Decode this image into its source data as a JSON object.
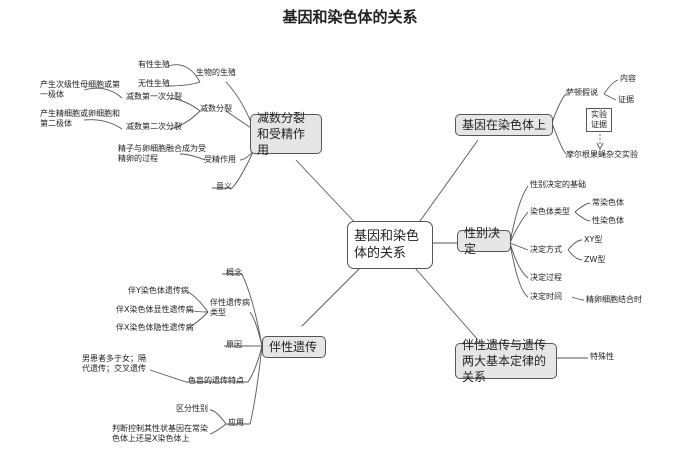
{
  "title": "基因和染色体的关系",
  "center": "基因和染色体的关系",
  "left_top": {
    "main": "减数分裂和受精作用",
    "sheng_wu_sheng_zhi": "生物的生殖",
    "you_xing": "有性生殖",
    "wu_xing": "无性生殖",
    "jian_shu_fen_lie": "减数分裂",
    "di_yi_ci": "减数第一次分裂",
    "di_yi_ci_desc": "产生次级性母细胞或第一极体",
    "di_er_ci": "减数第二次分裂",
    "di_er_ci_desc": "产生精细胞或卵细胞和第二极体",
    "shou_jing": "受精作用",
    "shou_jing_desc": "精子与卵细胞融合成为受精卵的过程",
    "yi_yi": "意义"
  },
  "left_bottom": {
    "main": "伴性遗传",
    "gai_nian": "概念",
    "lei_xing": "伴性遗传病类型",
    "y_ran": "伴Y染色体遗传病",
    "x_xian": "伴X染色体显性遗传病",
    "x_yin": "伴X染色体隐性遗传病",
    "yuan_yin": "原因",
    "se_mang": "色盲的遗传特点",
    "se_mang_desc": "男患者多于女；隔代遗传；交叉遗传",
    "ying_yong": "应用",
    "qu_fen": "区分性别",
    "pan_duan": "判断控制其性状基因在常染色体上还是X染色体上"
  },
  "right_top": {
    "main": "基因在染色体上",
    "sa_dun": "萨顿假说",
    "nei_rong": "内容",
    "zheng_ju": "证据",
    "shi_yan": "实验证据",
    "mo_er_gen": "摩尔根果蝇杂交实验"
  },
  "right_mid": {
    "main": "性别决定",
    "ji_chu": "性别决定的基础",
    "ran_se_ti_lei_xing": "染色体类型",
    "chang_ran": "常染色体",
    "xing_ran": "性染色体",
    "jue_ding_fang_shi": "决定方式",
    "xy": "XY型",
    "zw": "ZW型",
    "jue_ding_guo_cheng": "决定过程",
    "jue_ding_shi_jian": "决定时间",
    "shi_jian_desc": "精卵细胞结合时"
  },
  "right_bottom": {
    "main": "伴性遗传与遗传两大基本定律的关系",
    "te_shu": "特殊性"
  }
}
